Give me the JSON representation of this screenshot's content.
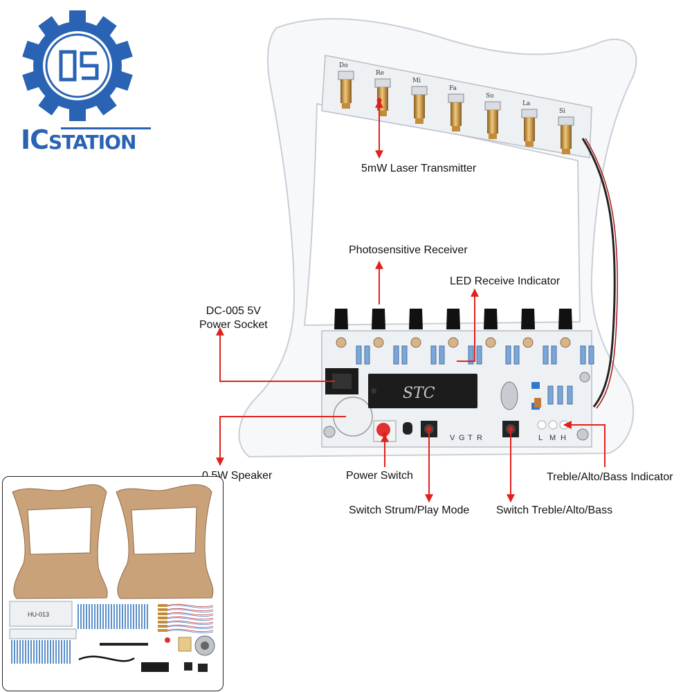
{
  "logo": {
    "brand_first": "IC",
    "brand_rest": "STATION",
    "color": "#2a63b3"
  },
  "laser_notes": [
    "Do",
    "Re",
    "Mi",
    "Fa",
    "So",
    "La",
    "Si"
  ],
  "chip_label": "STC",
  "switch_letters": [
    "L",
    "M",
    "H"
  ],
  "header_letters": [
    "V",
    "G",
    "T",
    "R"
  ],
  "callouts": {
    "laser_transmitter": "5mW Laser Transmitter",
    "photosensitive_receiver": "Photosensitive Receiver",
    "led_receive_indicator": "LED Receive Indicator",
    "power_socket_line1": "DC-005 5V",
    "power_socket_line2": "Power Socket",
    "speaker": "0.5W Speaker",
    "power_switch": "Power Switch",
    "strum_play_mode": "Switch Strum/Play Mode",
    "treble_alto_bass": "Switch Treble/Alto/Bass",
    "treble_indicator": "Treble/Alto/Bass Indicator"
  },
  "inset_board_label": "HU-013",
  "colors": {
    "arrow": "#e0201b",
    "acrylic_edge": "#c9ced6",
    "pcb": "#eef1f4",
    "wood": "#c9a27a",
    "logo_blue": "#2a63b3"
  }
}
